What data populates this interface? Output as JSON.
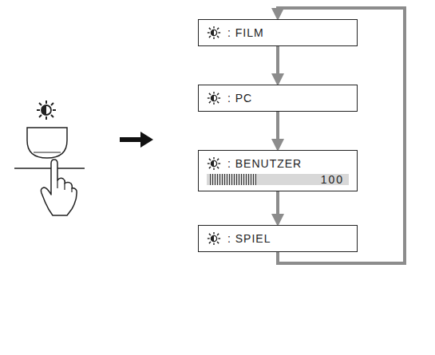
{
  "diagram": {
    "nodes": [
      {
        "text": [
          ": FILM"
        ]
      },
      {
        "text": [
          ": PC"
        ]
      },
      {
        "text": [
          ": BENUTZER",
          "100"
        ]
      },
      {
        "text": [
          ": SPIEL"
        ]
      }
    ],
    "edges": [
      {
        "from": 0,
        "to": 1,
        "arrow": "to"
      },
      {
        "from": 1,
        "to": 2,
        "arrow": "to"
      },
      {
        "from": 2,
        "to": 3,
        "arrow": "to"
      },
      {
        "from": 3,
        "to": 0,
        "arrow": "to"
      }
    ]
  }
}
